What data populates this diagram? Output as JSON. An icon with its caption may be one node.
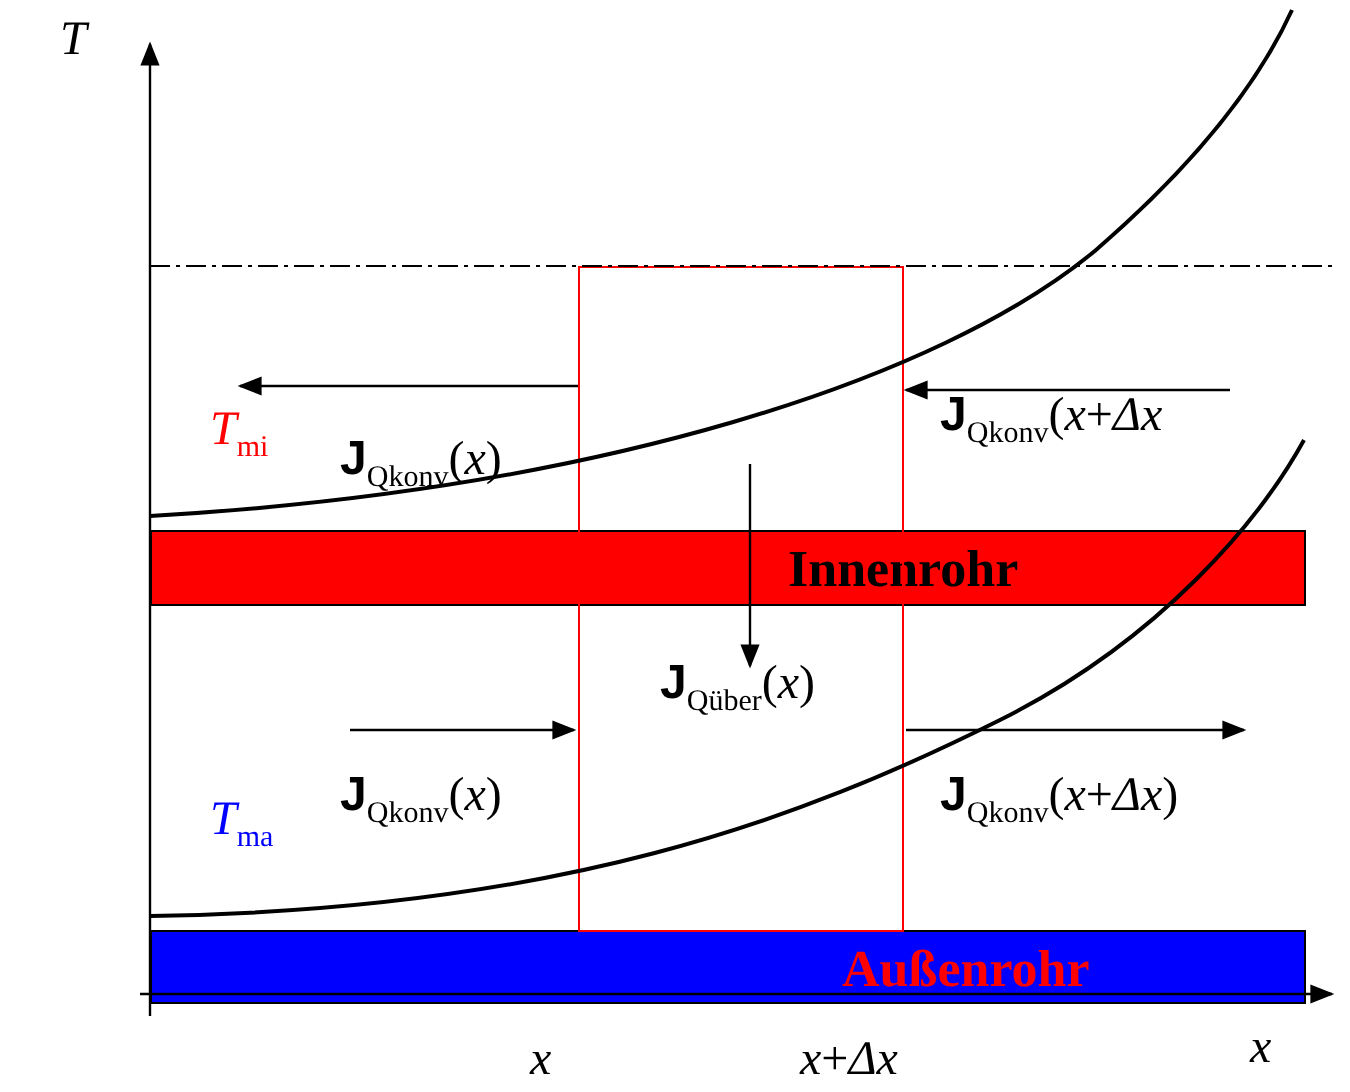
{
  "diagram": {
    "nodes": [
      {
        "text": [],
        "shape": "box"
      },
      {
        "text": [
          "Innenrohr"
        ]
      },
      {
        "text": [
          "Außenrohr"
        ]
      }
    ],
    "labels": [
      "*T*",
      "*T*$_{mi}$",
      "**J**$_{Qkonv}$(*x*)",
      "**J**$_{Qkonv}$(*x*+*Δx*",
      "**J**$_{Qüber}$(*x*)",
      "*T*$_{ma}$",
      "**J**$_{Qkonv}$(*x*)",
      "**J**$_{Qkonv}$(*x*+*Δx*)",
      "*x*",
      "*x*+*Δx*",
      "*x*"
    ]
  }
}
